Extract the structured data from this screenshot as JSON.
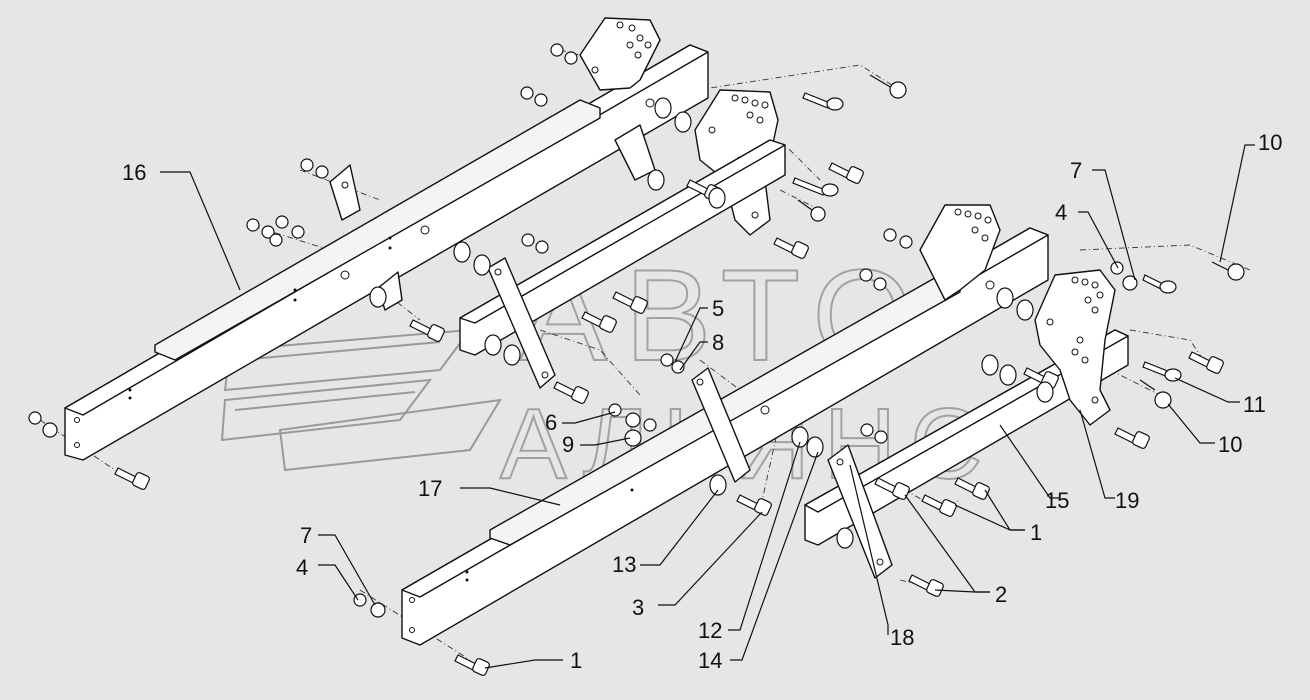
{
  "watermark": {
    "line1": "АВТО",
    "line2": "АЛЬЯНС"
  },
  "callouts": [
    {
      "id": "c1a",
      "text": "1"
    },
    {
      "id": "c1b",
      "text": "1"
    },
    {
      "id": "c2",
      "text": "2"
    },
    {
      "id": "c3",
      "text": "3"
    },
    {
      "id": "c4a",
      "text": "4"
    },
    {
      "id": "c4b",
      "text": "4"
    },
    {
      "id": "c5",
      "text": "5"
    },
    {
      "id": "c6",
      "text": "6"
    },
    {
      "id": "c7a",
      "text": "7"
    },
    {
      "id": "c7b",
      "text": "7"
    },
    {
      "id": "c8",
      "text": "8"
    },
    {
      "id": "c9",
      "text": "9"
    },
    {
      "id": "c10a",
      "text": "10"
    },
    {
      "id": "c10b",
      "text": "10"
    },
    {
      "id": "c11",
      "text": "11"
    },
    {
      "id": "c12",
      "text": "12"
    },
    {
      "id": "c13",
      "text": "13"
    },
    {
      "id": "c14",
      "text": "14"
    },
    {
      "id": "c15",
      "text": "15"
    },
    {
      "id": "c16",
      "text": "16"
    },
    {
      "id": "c17",
      "text": "17"
    },
    {
      "id": "c18",
      "text": "18"
    },
    {
      "id": "c19",
      "text": "19"
    }
  ]
}
